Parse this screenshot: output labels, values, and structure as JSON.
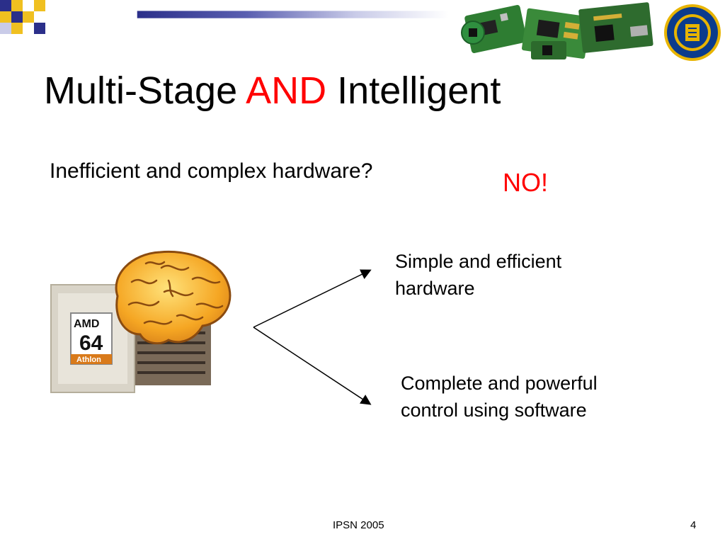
{
  "slide": {
    "title_part1": "Multi-Stage ",
    "title_part2": "AND",
    "title_part3": " Intelligent",
    "question": "Inefficient and complex hardware?",
    "answer": "NO!",
    "branch_top_line1": "Simple and efficient",
    "branch_top_line2": "hardware",
    "branch_bottom_line1": "Complete and powerful",
    "branch_bottom_line2": "control using software"
  },
  "cpu_logo": {
    "brand": "AMD",
    "number": "64",
    "model": "Athlon"
  },
  "footer": {
    "conference": "IPSN 2005",
    "page_number": "4"
  },
  "colors": {
    "accent_red": "#ff0000",
    "stripe_navy": "#2b2f8a",
    "stripe_gold": "#f0c020",
    "seal_blue": "#0b3b8c",
    "seal_gold": "#e8b400",
    "pcb_green": "#2e7d32"
  },
  "icons": [
    "corner-checker-icon",
    "circuit-boards-image",
    "university-seal-icon",
    "brain-image",
    "cpu-chip-image",
    "arrow-icon"
  ]
}
